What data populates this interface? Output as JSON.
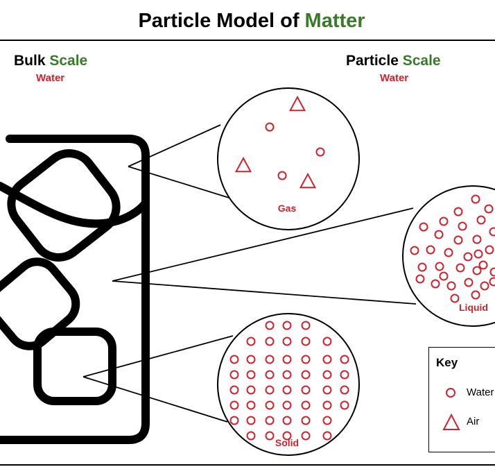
{
  "title": {
    "prefix": "Particle Model of ",
    "accent": "Matter"
  },
  "bulk": {
    "heading_prefix": "Bulk ",
    "heading_accent": "Scale",
    "substance": "Water"
  },
  "particle": {
    "heading_prefix": "Particle ",
    "heading_accent": "Scale",
    "substance": "Water"
  },
  "phases": {
    "gas": "Gas",
    "liquid": "Liquid",
    "solid": "Solid"
  },
  "key": {
    "title": "Key",
    "water_label": "Water",
    "air_label": "Air"
  },
  "colors": {
    "accent": "#3a7a2a",
    "particle": "#d0222c",
    "outline": "#000000"
  },
  "icons": {
    "water_particle": "circle-icon",
    "air_particle": "triangle-icon"
  }
}
